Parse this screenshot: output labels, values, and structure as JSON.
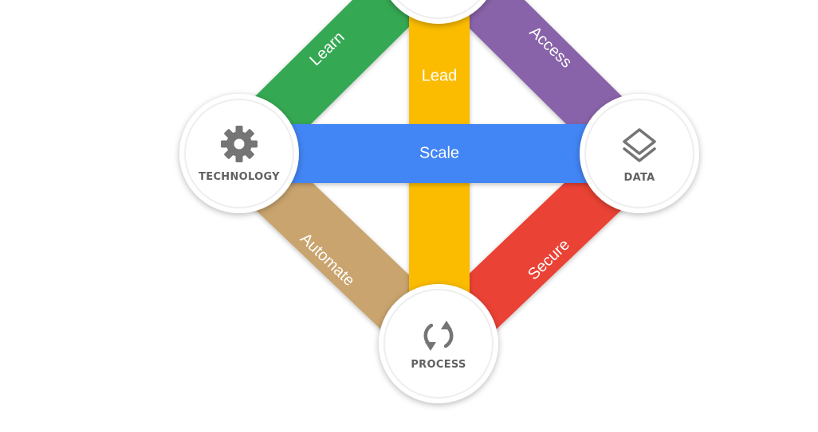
{
  "diagram": {
    "bands": {
      "learn": {
        "label": "Learn",
        "color": "#34a853"
      },
      "access": {
        "label": "Access",
        "color": "#8964a9"
      },
      "lead": {
        "label": "Lead",
        "color": "#fbbc04"
      },
      "scale": {
        "label": "Scale",
        "color": "#4285f4"
      },
      "automate": {
        "label": "Automate",
        "color": "#c9a46e"
      },
      "secure": {
        "label": "Secure",
        "color": "#ea4335"
      }
    },
    "nodes": {
      "technology": {
        "label": "TECHNOLOGY",
        "icon": "gear-icon"
      },
      "data": {
        "label": "DATA",
        "icon": "layers-icon"
      },
      "process": {
        "label": "PROCESS",
        "icon": "sync-arrows-icon"
      },
      "top": {
        "label": "",
        "icon": ""
      }
    },
    "colors": {
      "icon": "#757575",
      "node_fill": "#ffffff",
      "node_ring": "#eeeeee"
    }
  }
}
